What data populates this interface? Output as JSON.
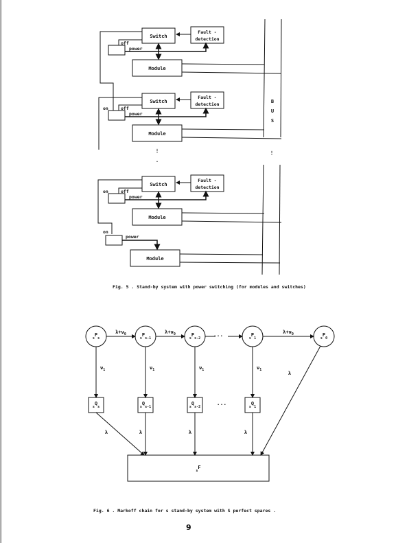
{
  "document": {
    "page_number": "9"
  },
  "fig5": {
    "caption": "Fig. 5 . Stand-by system with power switching (for modules and switches)",
    "switch_label": "Switch",
    "fault_label_line1": "Fault -",
    "fault_label_line2": "detection",
    "module_label": "Module",
    "on_label": "on",
    "off_label": "off",
    "power_label": "power",
    "bus_letters": [
      "B",
      "U",
      "S"
    ],
    "ellipsis": "⋮"
  },
  "fig6": {
    "caption": "Fig. 6 . Markoff chain for s stand-by system with S perfect spares .",
    "states_top": [
      {
        "prefix": "s",
        "var": "P",
        "sub": "s"
      },
      {
        "prefix": "s",
        "var": "P",
        "sub": "s-1"
      },
      {
        "prefix": "s",
        "var": "P",
        "sub": "s-2"
      },
      {
        "prefix": "s",
        "var": "P",
        "sub": "1"
      },
      {
        "prefix": "s",
        "var": "P",
        "sub": "0"
      }
    ],
    "states_q": [
      {
        "prefix": "s",
        "var": "Q",
        "sub": "s"
      },
      {
        "prefix": "s",
        "var": "Q",
        "sub": "s-1"
      },
      {
        "prefix": "s",
        "var": "Q",
        "sub": "s-2"
      },
      {
        "prefix": "s",
        "var": "Q",
        "sub": "1"
      }
    ],
    "failure_state": {
      "prefix": "s",
      "var": "F"
    },
    "rate_horizontal": "λ+ν",
    "rate_horizontal_sub": "0",
    "rate_vertical": "ν",
    "rate_vertical_sub": "1",
    "rate_lambda": "λ",
    "ellipsis": "···"
  }
}
